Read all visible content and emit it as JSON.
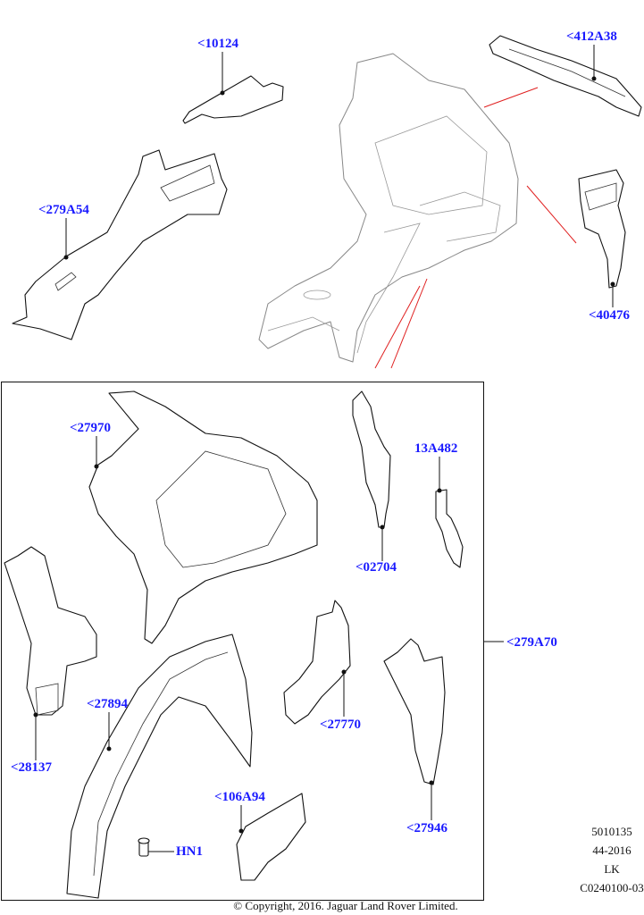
{
  "callouts": {
    "p10124": "<10124",
    "p412A38": "<412A38",
    "p279A54": "<279A54",
    "p40476": "<40476",
    "p27970": "<27970",
    "p13A482": "13A482",
    "p02704": "<02704",
    "p279A70": "<279A70",
    "p27894": "<27894",
    "p27770": "<27770",
    "p28137": "<28137",
    "p27946": "<27946",
    "p106A94": "<106A94",
    "pHN1": "HN1"
  },
  "meta": {
    "ref": "5010135",
    "date": "44-2016",
    "code": "LK",
    "illustration": "C0240100-03"
  },
  "copyright": "© Copyright, 2016. Jaguar Land Rover Limited."
}
